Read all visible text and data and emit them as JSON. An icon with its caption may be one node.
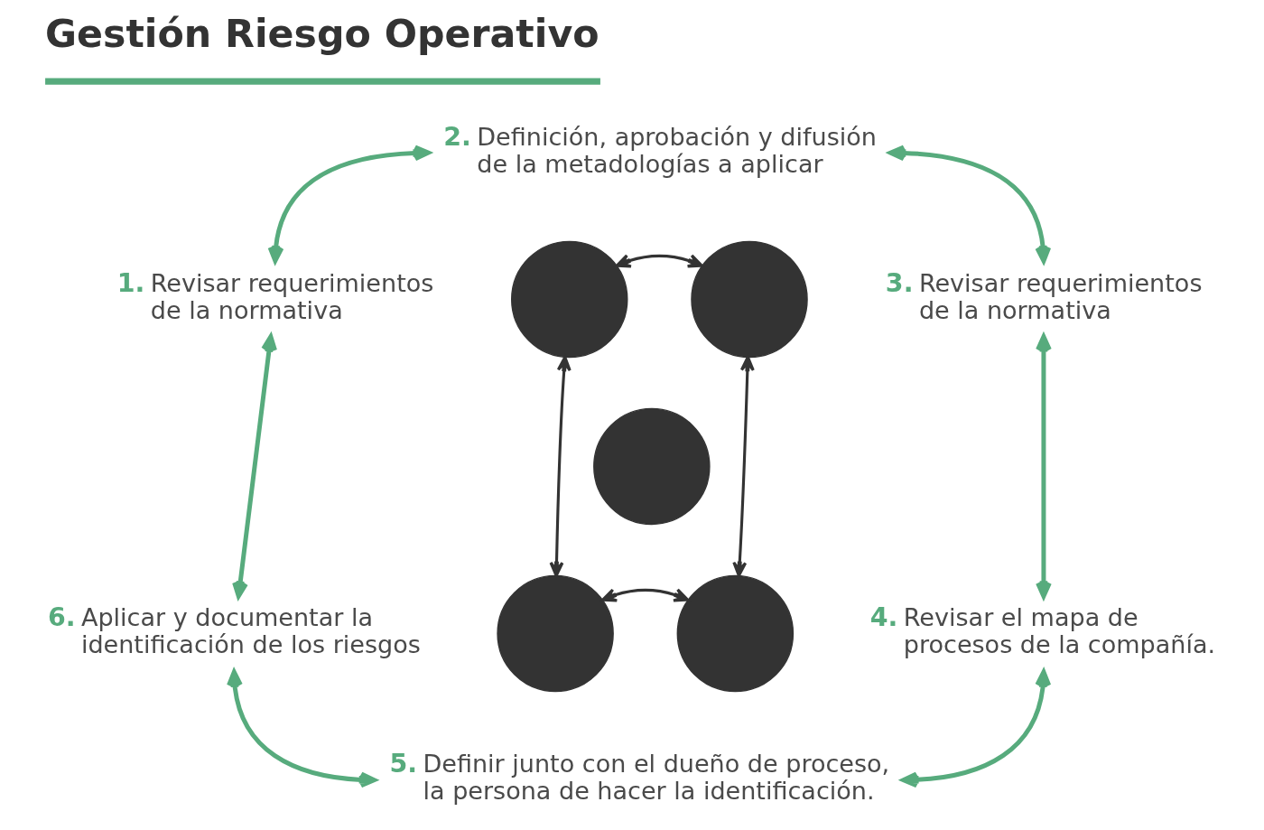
{
  "diagram": {
    "title": "Gestión Riesgo Operativo",
    "nodes": [
      {
        "text": [
          "1.",
          "Revisar requerimientos de la normativa"
        ]
      },
      {
        "text": [
          "2.",
          "Definición, aprobación y difusión de la metadologías a aplicar"
        ]
      },
      {
        "text": [
          "3.",
          "Revisar requerimientos de la normativa"
        ]
      },
      {
        "text": [
          "4.",
          "Revisar el mapa de procesos de la compañía."
        ]
      },
      {
        "text": [
          "5.",
          "Definir junto con el dueño de proceso, la persona de hacer la identificación."
        ]
      },
      {
        "text": [
          "6.",
          "Aplicar y documentar la identificación de los riesgos"
        ]
      },
      {
        "text": [],
        "shape": "circle"
      },
      {
        "text": [],
        "shape": "circle"
      },
      {
        "text": [],
        "shape": "circle"
      },
      {
        "text": [],
        "shape": "circle"
      },
      {
        "text": [],
        "shape": "circle"
      }
    ],
    "edges": [
      {
        "from": 1,
        "to": 0,
        "arrow": "both"
      },
      {
        "from": 1,
        "to": 2,
        "arrow": "both"
      },
      {
        "from": 2,
        "to": 3,
        "arrow": "both"
      },
      {
        "from": 3,
        "to": 4,
        "arrow": "both"
      },
      {
        "from": 5,
        "to": 4,
        "arrow": "both"
      },
      {
        "from": 0,
        "to": 5,
        "arrow": "both"
      },
      {
        "from": 6,
        "to": 7,
        "arrow": "both",
        "color": "#333333"
      },
      {
        "from": 6,
        "to": 9,
        "arrow": "both",
        "color": "#333333"
      },
      {
        "from": 7,
        "to": 10,
        "arrow": "both",
        "color": "#333333"
      },
      {
        "from": 9,
        "to": 10,
        "arrow": "both",
        "color": "#333333"
      }
    ]
  }
}
